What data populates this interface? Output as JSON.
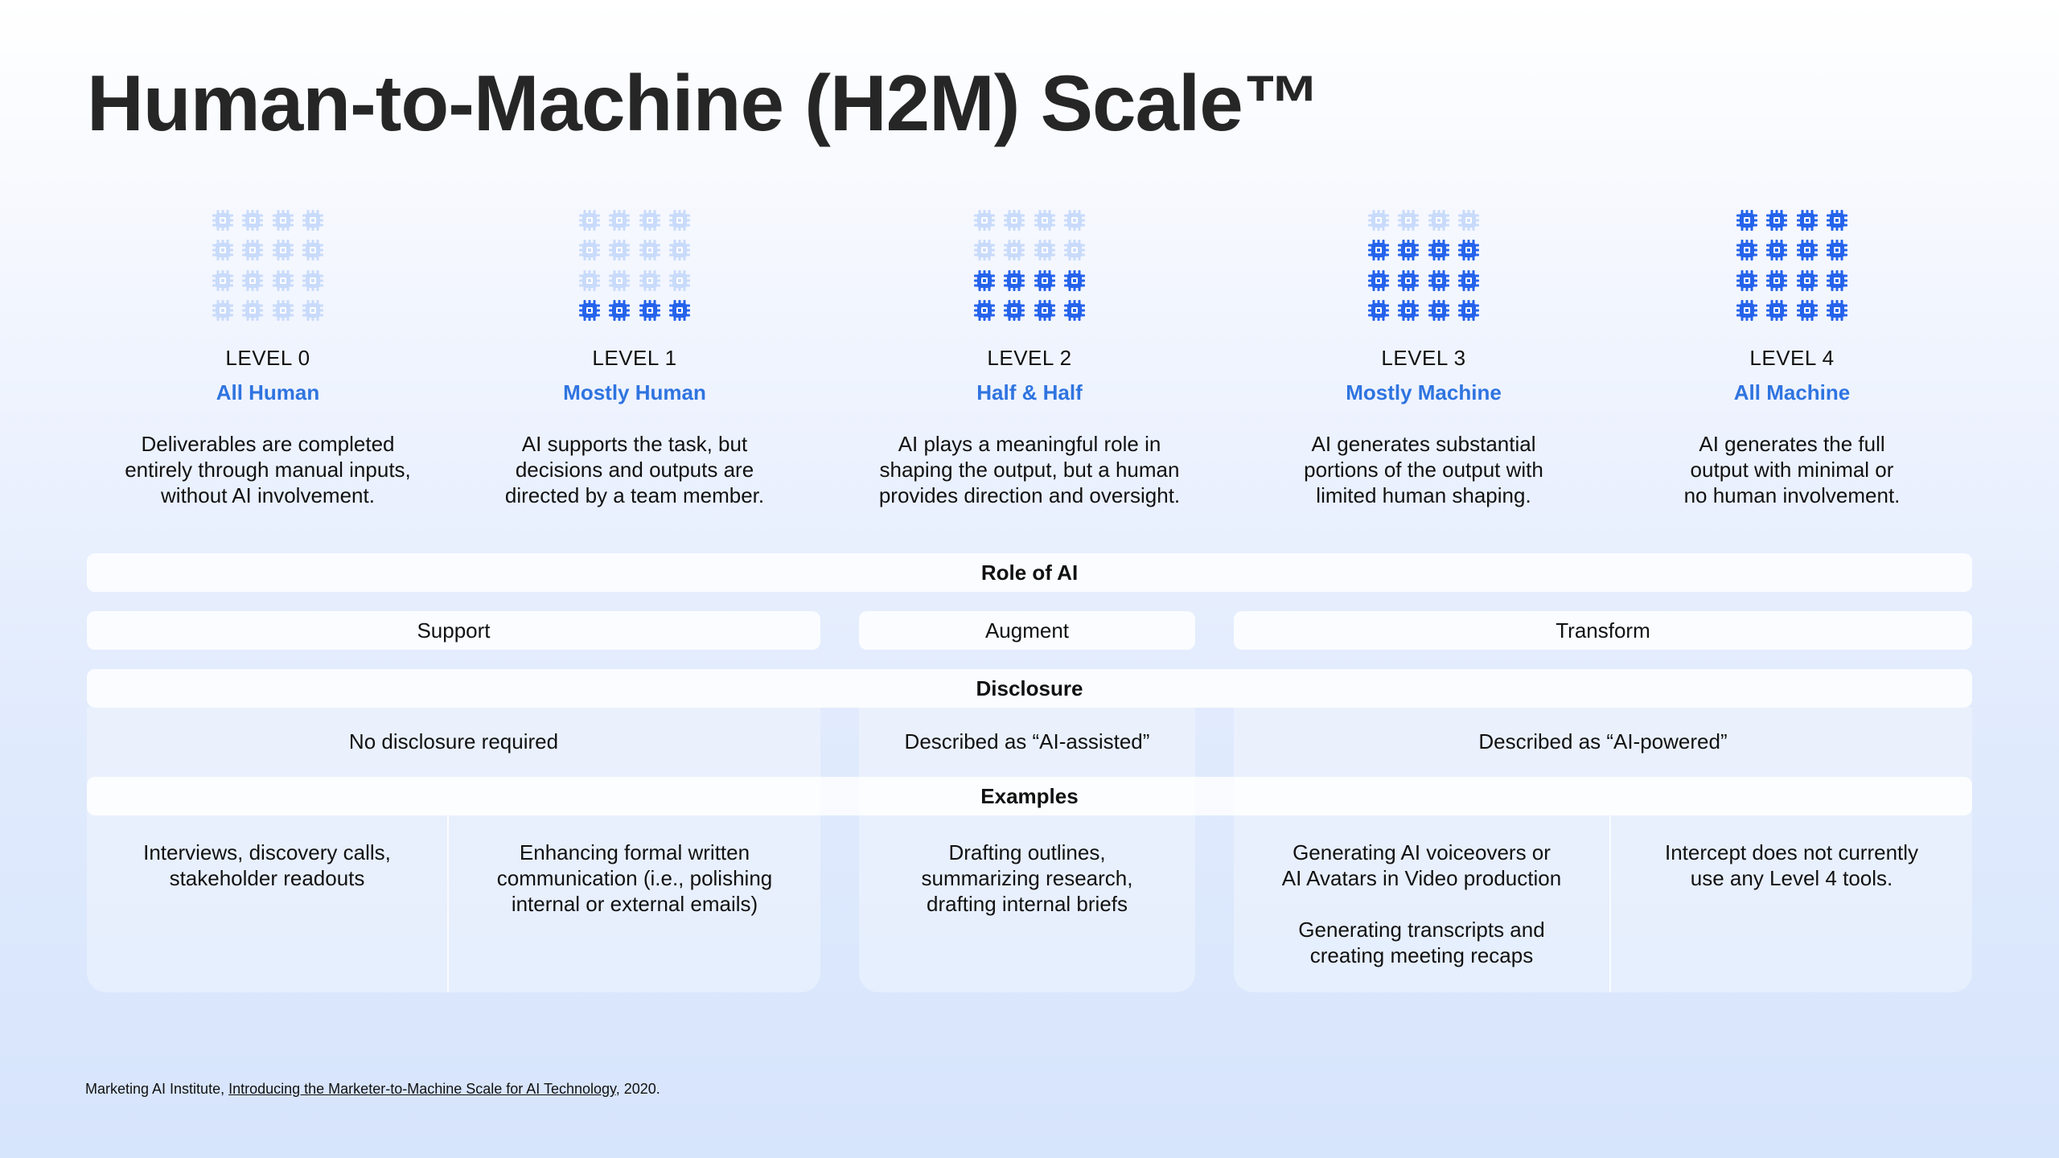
{
  "title": "Human-to-Machine (H2M) Scale™",
  "colors": {
    "accent": "#2f74e0",
    "chip_active": "#2563eb",
    "chip_inactive": "#c9dbfb"
  },
  "chip_icon": "microchip-icon",
  "levels": [
    {
      "label": "LEVEL 0",
      "name": "All Human",
      "description": "Deliverables are completed entirely through manual inputs, without AI involvement.",
      "desc_lines": [
        "Deliverables are completed",
        "entirely through manual inputs,",
        "without AI involvement."
      ],
      "ai_rows_filled": 0
    },
    {
      "label": "LEVEL 1",
      "name": "Mostly Human",
      "description": "AI supports the task, but decisions and outputs are directed by a team member.",
      "desc_lines": [
        "AI supports the task, but",
        "decisions and outputs are",
        "directed by a team member."
      ],
      "ai_rows_filled": 1
    },
    {
      "label": "LEVEL 2",
      "name": "Half & Half",
      "description": "AI plays a meaningful role in shaping the output, but a human provides direction and oversight.",
      "desc_lines": [
        "AI plays a meaningful role in",
        "shaping the output, but a human",
        "provides direction and oversight."
      ],
      "ai_rows_filled": 2
    },
    {
      "label": "LEVEL 3",
      "name": "Mostly Machine",
      "description": "AI generates substantial portions of the output with limited human shaping.",
      "desc_lines": [
        "AI generates substantial",
        "portions of the output with",
        "limited human shaping."
      ],
      "ai_rows_filled": 3
    },
    {
      "label": "LEVEL 4",
      "name": "All Machine",
      "description": "AI generates the full output with minimal or no human involvement.",
      "desc_lines": [
        "AI generates the full",
        "output with minimal or",
        "no human involvement."
      ],
      "ai_rows_filled": 4
    }
  ],
  "role_of_ai": {
    "heading": "Role of AI",
    "support": "Support",
    "augment": "Augment",
    "transform": "Transform"
  },
  "disclosure": {
    "heading": "Disclosure",
    "support": "No disclosure required",
    "augment": "Described as “AI-assisted”",
    "transform": "Described as “AI-powered”"
  },
  "examples": {
    "heading": "Examples",
    "level0": [
      "Interviews, discovery calls,",
      "stakeholder readouts"
    ],
    "level1": [
      "Enhancing formal written",
      "communication (i.e., polishing",
      "internal or external emails)"
    ],
    "level2": [
      "Drafting outlines,",
      "summarizing research,",
      "drafting internal briefs"
    ],
    "level3": [
      "Generating AI voiceovers or",
      "AI Avatars in Video production",
      "",
      "Generating transcripts and",
      "creating meeting recaps"
    ],
    "level4": [
      "Intercept does not currently",
      "use any Level 4 tools."
    ]
  },
  "footnote": {
    "prefix": "Marketing AI Institute, ",
    "link": "Introducing the Marketer-to-Machine Scale for AI Technology",
    "suffix": ", 2020."
  }
}
